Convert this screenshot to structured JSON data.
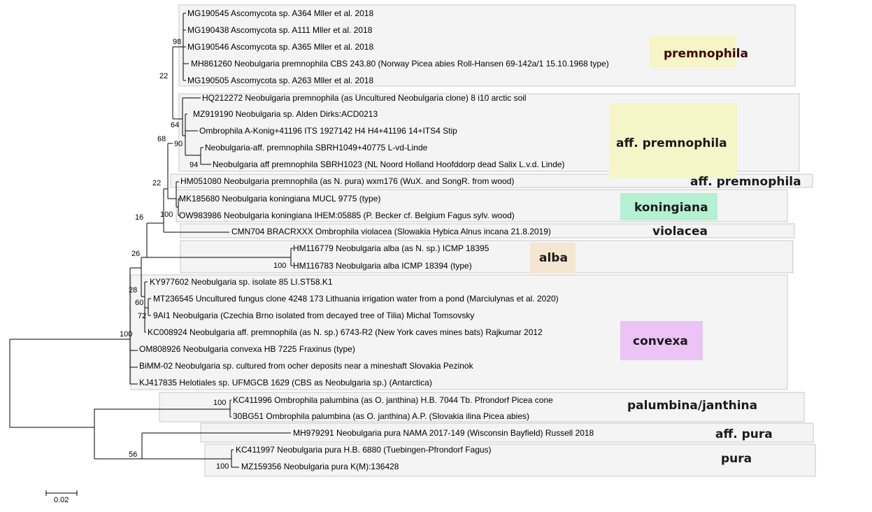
{
  "tips": [
    {
      "id": "t1",
      "label": "MG190545 Ascomycota sp. A364 Mller et al. 2018"
    },
    {
      "id": "t2",
      "label": "MG190438 Ascomycota sp. A111 Mller et al. 2018"
    },
    {
      "id": "t3",
      "label": "MG190546 Ascomycota sp. A365 Mller et al. 2018"
    },
    {
      "id": "t4",
      "label": "MH861260 Neobulgaria premnophila CBS 243.80 (Norway Picea abies Roll-Hansen 69-142a/1 15.10.1968 type)"
    },
    {
      "id": "t5",
      "label": "MG190505 Ascomycota sp. A263 Mller et al. 2018"
    },
    {
      "id": "t6",
      "label": "HQ212272 Neobulgaria premnophila (as Uncultured Neobulgaria clone) 8 i10 arctic soil"
    },
    {
      "id": "t7",
      "label": "MZ919190 Neobulgaria sp. Alden Dirks:ACD0213"
    },
    {
      "id": "t8",
      "label": "Ombrophila A-Konig+41196 ITS 1927142 H4 H4+41196 14+ITS4 Stip"
    },
    {
      "id": "t9",
      "label": "Neobulgaria-aff. premnophila SBRH1049+40775 L-vd-Linde"
    },
    {
      "id": "t10",
      "label": "Neobulgaria aff premnophila SBRH1023 (NL Noord Holland Hoofddorp dead Salix L.v.d. Linde)"
    },
    {
      "id": "t11",
      "label": "HM051080 Neobulgaria premnophila (as N. pura) wxm176 (WuX. and SongR. from wood)"
    },
    {
      "id": "t12",
      "label": "MK185680 Neobulgaria koningiana MUCL 9775 (type)"
    },
    {
      "id": "t13",
      "label": "OW983986 Neobulgaria koningiana IHEM:05885 (P. Becker cf. Belgium Fagus sylv. wood)"
    },
    {
      "id": "t14",
      "label": "CMN704 BRACRXXX Ombrophila violacea (Slowakia Hybica Alnus incana 21.8.2019)"
    },
    {
      "id": "t15",
      "label": "HM116779 Neobulgaria alba (as N. sp.) ICMP 18395"
    },
    {
      "id": "t16",
      "label": "HM116783 Neobulgaria alba ICMP 18394 (type)"
    },
    {
      "id": "t17",
      "label": "KY977602 Neobulgaria sp. isolate 85 LI.ST58.K1"
    },
    {
      "id": "t18",
      "label": "MT236545 Uncultured fungus clone 4248 173 Lithuania irrigation water from a pond (Marciulynas et al. 2020)"
    },
    {
      "id": "t19",
      "label": "9AI1 Neobulgaria (Czechia Brno isolated from decayed tree of Tilia) Michal Tomsovsky"
    },
    {
      "id": "t20",
      "label": "KC008924 Neobulgaria aff. premnophila (as N. sp.) 6743-R2 (New York caves mines bats) Rajkumar 2012"
    },
    {
      "id": "t21",
      "label": "OM808926 Neobulgaria convexa HB 7225 Fraxinus (type)"
    },
    {
      "id": "t22",
      "label": "BiMM-02 Neobulgaria sp. cultured from ocher deposits near a mineshaft Slovakia Pezinok"
    },
    {
      "id": "t23",
      "label": "KJ417835 Helotiales sp. UFMGCB 1629 (CBS as Neobulgaria sp.) (Antarctica)"
    },
    {
      "id": "t24",
      "label": "KC411996 Ombrophila palumbina (as O. janthina) H.B. 7044 Tb. Pfrondorf Picea cone"
    },
    {
      "id": "t25",
      "label": "30BG51 Ombrophila palumbina (as O. janthina) A.P. (Slovakia ilina Picea abies)"
    },
    {
      "id": "t26",
      "label": "MH979291 Neobulgaria pura NAMA 2017-149 (Wisconsin Bayfield) Russell 2018"
    },
    {
      "id": "t27",
      "label": "KC411997 Neobulgaria pura H.B. 6880 (Tuebingen-Pfrondorf Fagus)"
    },
    {
      "id": "t28",
      "label": "MZ159356 Neobulgaria pura K(M):136428"
    }
  ],
  "bootstraps": [
    {
      "node": "n98",
      "value": "98"
    },
    {
      "node": "n22a",
      "value": "22"
    },
    {
      "node": "n64",
      "value": "64"
    },
    {
      "node": "n90",
      "value": "90"
    },
    {
      "node": "n94",
      "value": "94"
    },
    {
      "node": "n68",
      "value": "68"
    },
    {
      "node": "n22b",
      "value": "22"
    },
    {
      "node": "n100k",
      "value": "100"
    },
    {
      "node": "n16",
      "value": "16"
    },
    {
      "node": "n100a",
      "value": "100"
    },
    {
      "node": "n26",
      "value": "26"
    },
    {
      "node": "n28",
      "value": "28"
    },
    {
      "node": "n60",
      "value": "60"
    },
    {
      "node": "n72",
      "value": "72"
    },
    {
      "node": "n100c",
      "value": "100"
    },
    {
      "node": "n100p",
      "value": "100"
    },
    {
      "node": "n56",
      "value": "56"
    },
    {
      "node": "n100pu",
      "value": "100"
    }
  ],
  "groups": [
    {
      "id": "g_premnophila",
      "label": "premnophila",
      "color": "#f5f5c8"
    },
    {
      "id": "g_affprem1",
      "label": "aff. premnophila",
      "color": "#f5f5c8"
    },
    {
      "id": "g_affprem2",
      "label": "aff. premnophila",
      "color": ""
    },
    {
      "id": "g_koningiana",
      "label": "koningiana",
      "color": "#b4f0d2"
    },
    {
      "id": "g_violacea",
      "label": "violacea",
      "color": ""
    },
    {
      "id": "g_alba",
      "label": "alba",
      "color": "#f5e6d2"
    },
    {
      "id": "g_convexa",
      "label": "convexa",
      "color": "#ebc3f5"
    },
    {
      "id": "g_palumbina",
      "label": "palumbina/janthina",
      "color": ""
    },
    {
      "id": "g_affpura",
      "label": "aff. pura",
      "color": ""
    },
    {
      "id": "g_pura",
      "label": "pura",
      "color": ""
    }
  ],
  "scale_bar": {
    "label": "0.02"
  }
}
